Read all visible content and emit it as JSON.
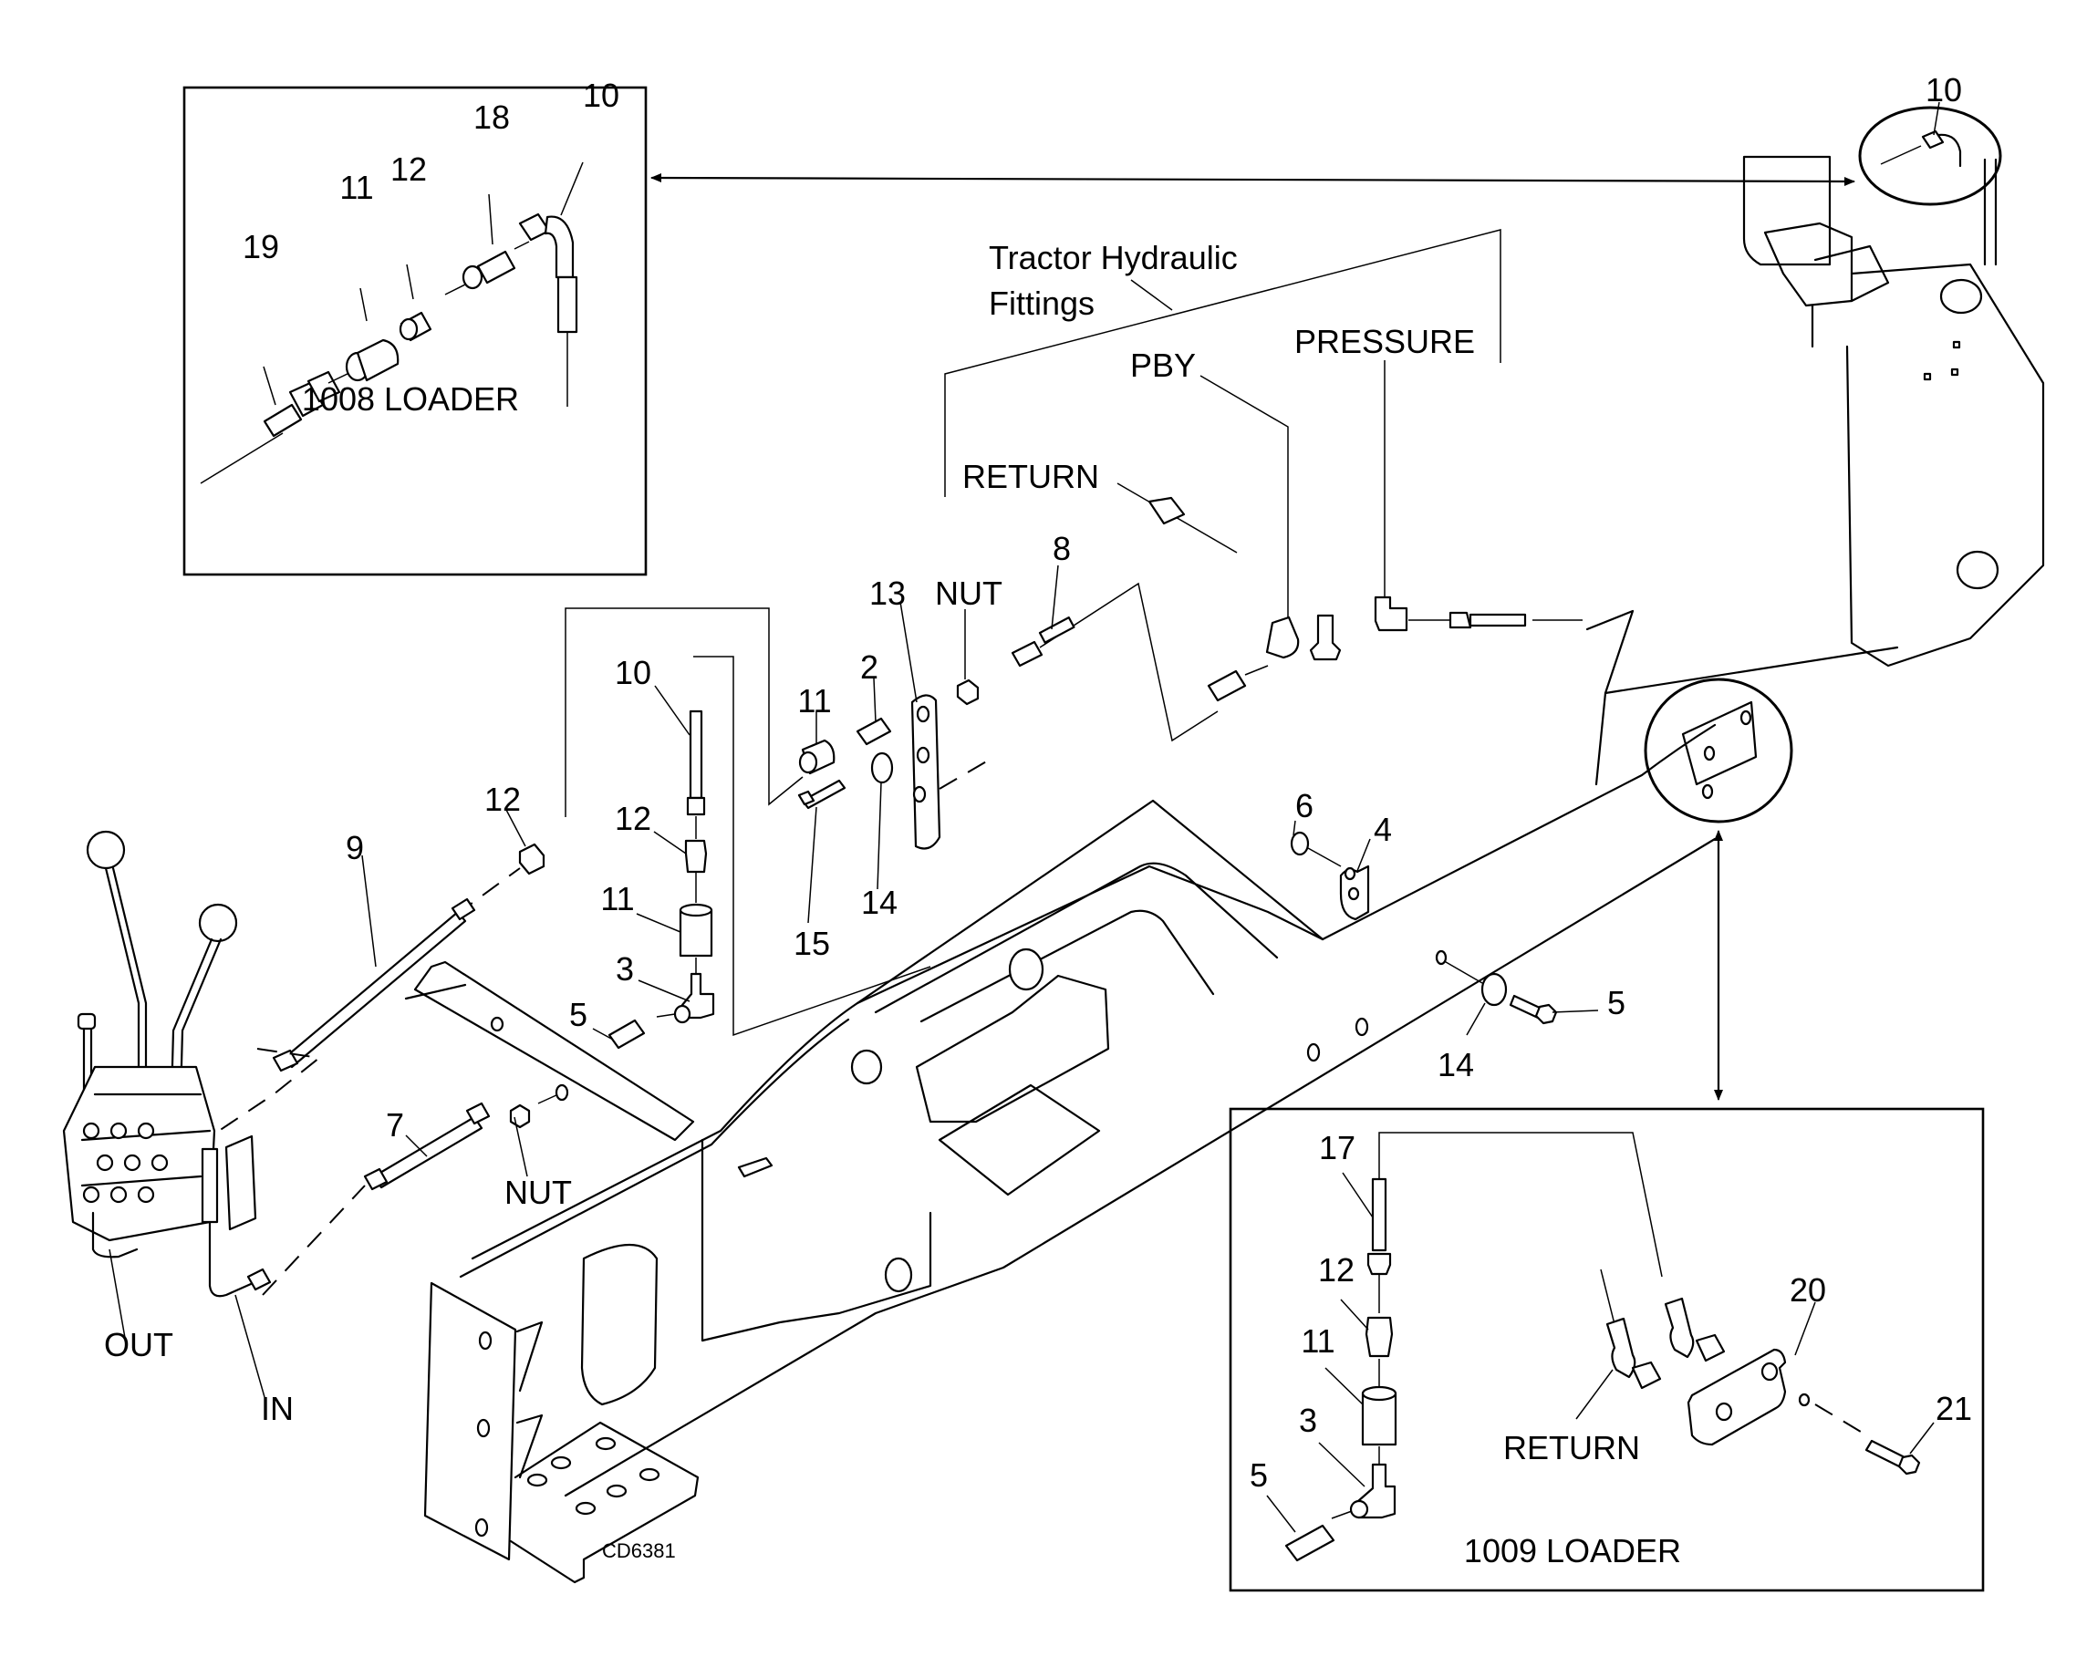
{
  "diagram_id": "CD6381",
  "insets": {
    "loader_1008": {
      "title": "1008 LOADER",
      "callouts": [
        "19",
        "11",
        "12",
        "18",
        "10"
      ]
    },
    "loader_1009": {
      "title": "1009 LOADER",
      "callouts": [
        "17",
        "12",
        "11",
        "3",
        "5",
        "20",
        "21"
      ],
      "return_label": "RETURN"
    }
  },
  "tractor_fittings": {
    "title_line1": "Tractor Hydraulic",
    "title_line2": "Fittings",
    "pressure_label": "PRESSURE",
    "pby_label": "PBY",
    "return_label": "RETURN"
  },
  "callouts": {
    "top_right_10": "10",
    "c8": "8",
    "c13": "13",
    "nut_top": "NUT",
    "c2": "2",
    "c11_top": "11",
    "c10_mid": "10",
    "c12_mid": "12",
    "c11_mid": "11",
    "c3_mid": "3",
    "c5_mid": "5",
    "c15": "15",
    "c14_mid": "14",
    "c12_left": "12",
    "c9": "9",
    "c7": "7",
    "nut_left": "NUT",
    "out_label": "OUT",
    "in_label": "IN",
    "c6": "6",
    "c4": "4",
    "c5_right": "5",
    "c14_right": "14"
  },
  "icons": {
    "control_valve": "loader-control-valve-icon",
    "mounting_frame": "mounting-frame-icon",
    "detail_circle": "detail-circle-icon",
    "double_arrow": "double-arrow-icon"
  }
}
